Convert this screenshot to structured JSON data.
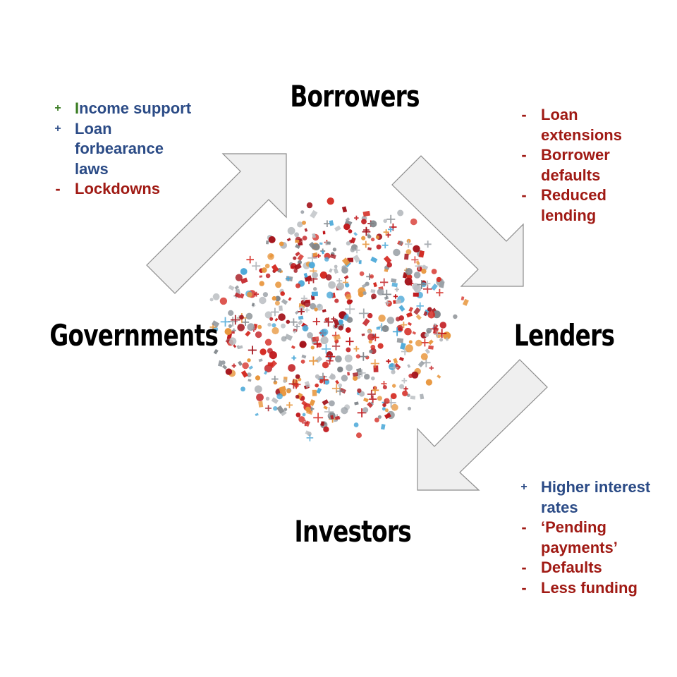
{
  "nodes": {
    "borrowers": "Borrowers",
    "lenders": "Lenders",
    "investors": "Investors",
    "governments": "Governments"
  },
  "governments_effects": [
    {
      "sign": "+",
      "first_letter": "I",
      "rest": "ncome support"
    },
    {
      "sign": "+",
      "text": "Loan forbearance laws"
    },
    {
      "sign": "-",
      "text": "Lockdowns"
    }
  ],
  "borrowers_effects": [
    {
      "sign": "-",
      "text": "Loan extensions"
    },
    {
      "sign": "-",
      "text": "Borrower defaults"
    },
    {
      "sign": "-",
      "text": "Reduced lending"
    }
  ],
  "lenders_effects": [
    {
      "sign": "+",
      "text": "Higher interest rates"
    },
    {
      "sign": "-",
      "text": "‘Pending payments’"
    },
    {
      "sign": "-",
      "text": "Defaults"
    },
    {
      "sign": "-",
      "text": "Less funding"
    }
  ],
  "colors": {
    "positive": "#2b4b86",
    "negative": "#a01a14",
    "accent_green": "#3b7d23",
    "arrow_fill": "#efefef",
    "arrow_stroke": "#8c8c8c"
  },
  "icons": [
    "virus-cluster-icon",
    "arrow-governments-to-borrowers",
    "arrow-borrowers-to-lenders",
    "arrow-lenders-to-investors"
  ]
}
